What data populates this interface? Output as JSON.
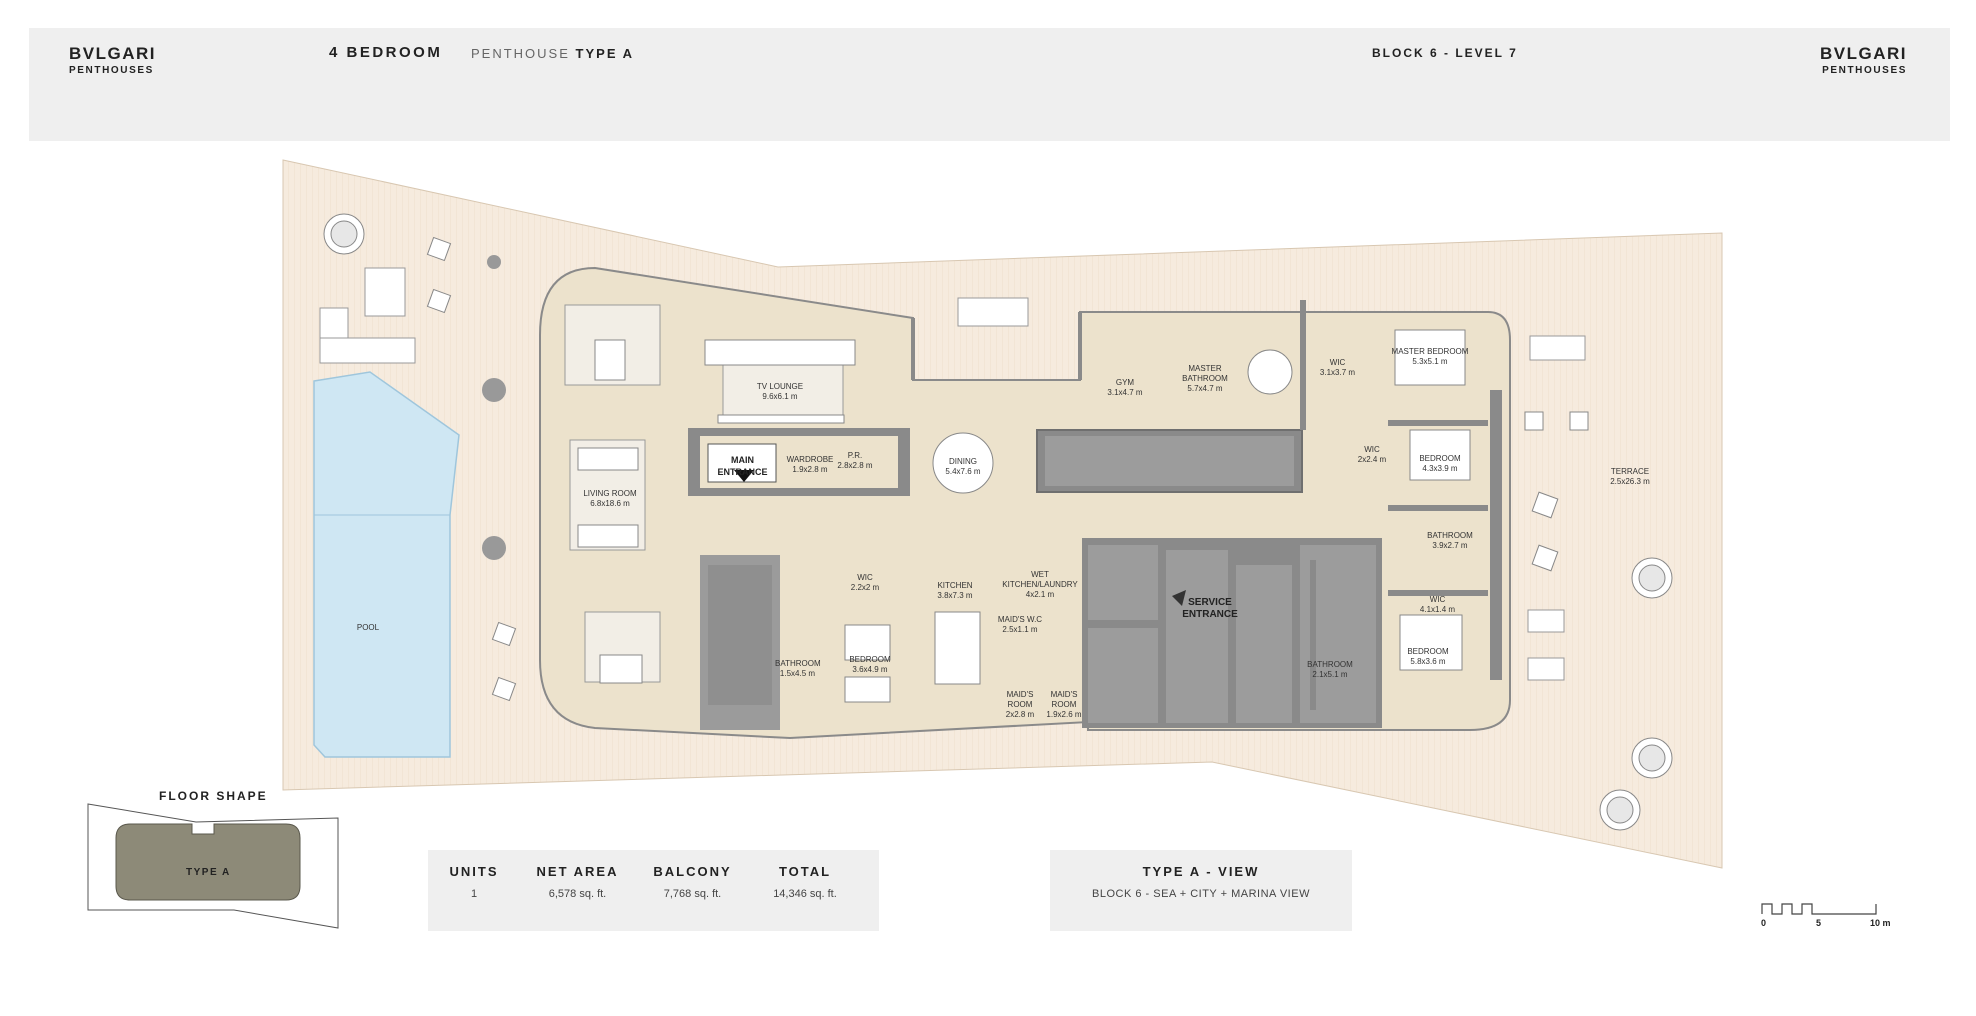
{
  "header": {
    "brand_name": "BVLGARI",
    "brand_sub": "PENTHOUSES",
    "title": "4 BEDROOM",
    "subtitle_prefix": "PENTHOUSE",
    "subtitle_type": "TYPE A",
    "block_level": "BLOCK 6 - LEVEL 7"
  },
  "rooms": {
    "tv_lounge": {
      "name": "TV LOUNGE",
      "size": "9.6x6.1 m"
    },
    "living_room": {
      "name": "LIVING ROOM",
      "size": "6.8x18.6 m"
    },
    "main_entrance": "MAIN ENTRANCE",
    "wardrobe": {
      "name": "WARDROBE",
      "size": "1.9x2.8 m"
    },
    "pr": {
      "name": "P.R.",
      "size": "2.8x2.8 m"
    },
    "dining": {
      "name": "DINING",
      "size": "5.4x7.6 m"
    },
    "pool": "POOL",
    "wic_left": {
      "name": "WIC",
      "size": "2.2x2 m"
    },
    "bathroom_left": {
      "name": "BATHROOM",
      "size": "1.5x4.5 m"
    },
    "bedroom_left": {
      "name": "BEDROOM",
      "size": "3.6x4.9 m"
    },
    "kitchen": {
      "name": "KITCHEN",
      "size": "3.8x7.3 m"
    },
    "wet_kitchen": {
      "name": "WET KITCHEN/LAUNDRY",
      "size": "4x2.1 m"
    },
    "maids_wc": {
      "name": "MAID'S W.C",
      "size": "2.5x1.1 m"
    },
    "maids_room_1": {
      "name1": "MAID'S",
      "name2": "ROOM",
      "size": "2x2.8 m"
    },
    "maids_room_2": {
      "name1": "MAID'S",
      "name2": "ROOM",
      "size": "1.9x2.6 m"
    },
    "service_entrance": {
      "line1": "SERVICE",
      "line2": "ENTRANCE"
    },
    "gym": {
      "name": "GYM",
      "size": "3.1x4.7 m"
    },
    "master_bathroom": {
      "name": "MASTER BATHROOM",
      "size": "5.7x4.7 m"
    },
    "wic_master": {
      "name": "WIC",
      "size": "3.1x3.7 m"
    },
    "master_bedroom": {
      "name": "MASTER BEDROOM",
      "size": "5.3x5.1 m"
    },
    "wic_2": {
      "name": "WIC",
      "size": "2x2.4 m"
    },
    "bedroom_2": {
      "name": "BEDROOM",
      "size": "4.3x3.9 m"
    },
    "bathroom_2": {
      "name": "BATHROOM",
      "size": "3.9x2.7 m"
    },
    "wic_3": {
      "name": "WIC",
      "size": "4.1x1.4 m"
    },
    "bedroom_3": {
      "name": "BEDROOM",
      "size": "5.8x3.6 m"
    },
    "bathroom_3": {
      "name": "BATHROOM",
      "size": "2.1x5.1 m"
    },
    "terrace": {
      "name": "TERRACE",
      "size": "2.5x26.3 m"
    }
  },
  "floor_shape": {
    "label": "FLOOR SHAPE",
    "type": "TYPE A"
  },
  "stats": [
    {
      "header": "UNITS",
      "value": "1"
    },
    {
      "header": "NET AREA",
      "value": "6,578 sq. ft."
    },
    {
      "header": "BALCONY",
      "value": "7,768 sq. ft."
    },
    {
      "header": "TOTAL",
      "value": "14,346 sq. ft."
    }
  ],
  "view": {
    "header": "TYPE A - VIEW",
    "value": "BLOCK 6 - SEA + CITY + MARINA VIEW"
  },
  "scale": {
    "t0": "0",
    "t1": "5",
    "t2": "10 m"
  },
  "colors": {
    "terrace": "#f6ebde",
    "interior": "#ece2cc",
    "walls": "#8a8a8a",
    "pool": "#cfe7f3",
    "panel": "#efefef",
    "floor_shape_fill": "#8d8a78"
  }
}
